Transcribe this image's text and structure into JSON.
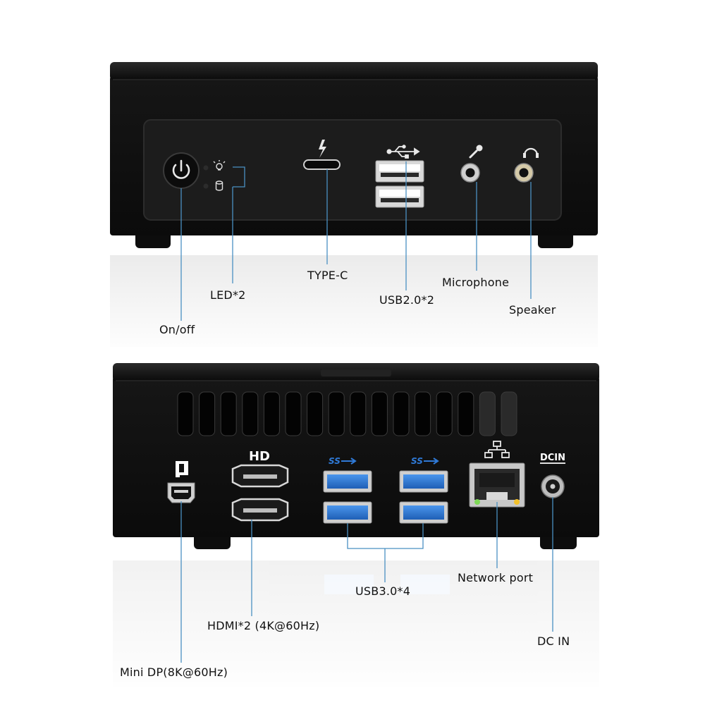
{
  "colors": {
    "callout_line": "#4a90c2",
    "device_body": "#111111",
    "usb3_blue": "#2f7ad8"
  },
  "front_panel": {
    "labels": {
      "power": "On/off",
      "led": "LED*2",
      "typec": "TYPE-C",
      "usb2": "USB2.0*2",
      "microphone": "Microphone",
      "speaker": "Speaker"
    },
    "icons": {
      "power": "power-icon",
      "led_light": "lightbulb-icon",
      "led_disk": "disk-icon",
      "thunderbolt": "lightning-icon",
      "usb": "usb-icon",
      "mic": "microphone-icon",
      "headphones": "headphones-icon"
    }
  },
  "rear_panel": {
    "logos": {
      "hdmi": "HD",
      "dcin": "DCIN"
    },
    "labels": {
      "mini_dp": "Mini DP(8K@60Hz)",
      "hdmi": "HDMI*2 (4K@60Hz)",
      "usb3": "USB3.0*4",
      "network": "Network port",
      "dcin": "DC IN"
    },
    "icons": {
      "displayport": "displayport-icon",
      "usb_ss": "usb-superspeed-icon",
      "network": "network-icon"
    }
  }
}
